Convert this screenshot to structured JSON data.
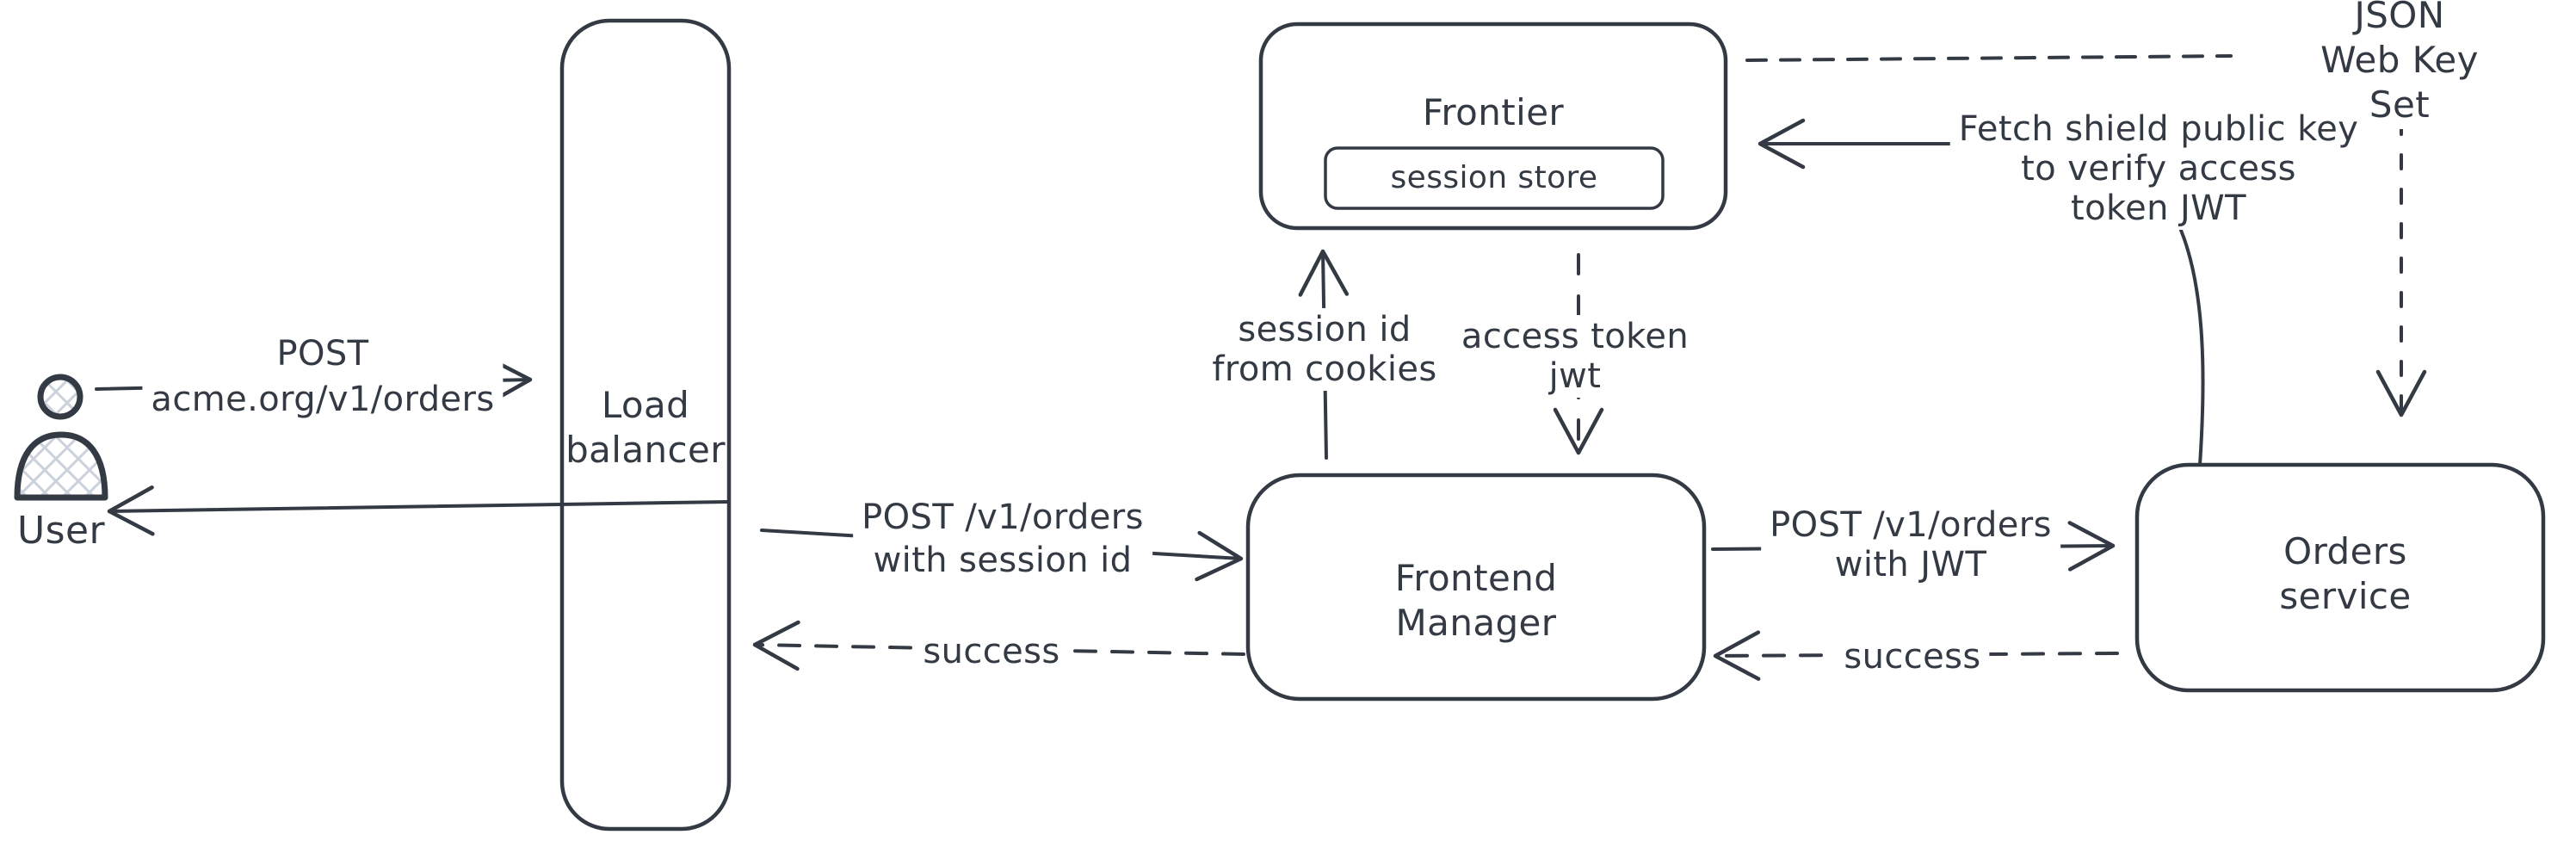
{
  "canvas": {
    "background": "#ffffff",
    "stroke_color": "#343a44",
    "hatch_color": "#cbd2dc",
    "style": "hand-drawn architecture diagram"
  },
  "nodes": {
    "user": {
      "label": "User",
      "type": "actor"
    },
    "load_balancer": {
      "label": "Load\nbalancer",
      "type": "box"
    },
    "frontier": {
      "label": "Frontier",
      "type": "box"
    },
    "session_store": {
      "label": "session store",
      "type": "box-nested-in-frontier"
    },
    "frontend_manager": {
      "label": "Frontend\nManager",
      "type": "box"
    },
    "orders_service": {
      "label": "Orders service",
      "type": "box"
    },
    "jwks": {
      "label": "JSON Web Key Set",
      "type": "annotation"
    }
  },
  "edges": {
    "user_to_load_balancer": {
      "from": "User",
      "to": "Load balancer",
      "style": "solid",
      "label": "POST\nacme.org/v1/orders"
    },
    "load_balancer_to_user": {
      "from": "Load balancer",
      "to": "User",
      "style": "solid",
      "label": ""
    },
    "load_balancer_to_frontend_manager": {
      "from": "Load balancer",
      "to": "Frontend Manager",
      "style": "solid",
      "label": "POST /v1/orders\nwith session id"
    },
    "frontend_manager_to_load_balancer": {
      "from": "Frontend Manager",
      "to": "Load balancer",
      "style": "dashed",
      "label": "success"
    },
    "frontend_manager_to_frontier": {
      "from": "Frontend Manager",
      "to": "Frontier",
      "style": "solid",
      "label": "session id\nfrom cookies"
    },
    "frontier_to_frontend_manager": {
      "from": "Frontier",
      "to": "Frontend Manager",
      "style": "dashed",
      "label": "access token\njwt"
    },
    "frontend_manager_to_orders_service": {
      "from": "Frontend Manager",
      "to": "Orders service",
      "style": "solid",
      "label": "POST /v1/orders\nwith JWT"
    },
    "orders_service_to_frontend_manager": {
      "from": "Orders service",
      "to": "Frontend Manager",
      "style": "dashed",
      "label": "success"
    },
    "orders_service_to_frontier": {
      "from": "Orders service",
      "to": "Frontier",
      "style": "solid",
      "label": "Fetch shield public key\nto verify access\ntoken JWT"
    },
    "frontier_to_jwks": {
      "from": "Frontier",
      "to": "JSON Web Key Set",
      "style": "dashed",
      "label": ""
    },
    "jwks_to_orders_service": {
      "from": "JSON Web Key Set",
      "to": "Orders service",
      "style": "dashed",
      "label": ""
    }
  }
}
